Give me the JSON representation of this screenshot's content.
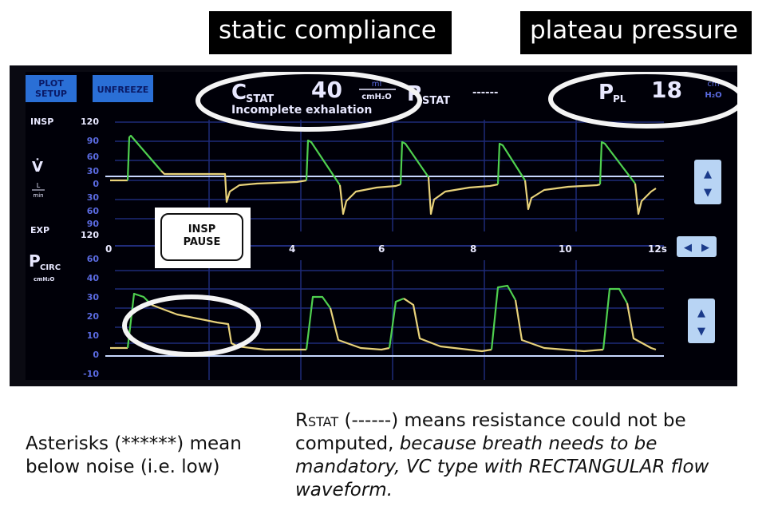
{
  "header_labels": {
    "static_compliance": "static compliance",
    "plateau_pressure": "plateau pressure"
  },
  "screen": {
    "buttons": {
      "plot_setup_line1": "PLOT",
      "plot_setup_line2": "SETUP",
      "unfreeze": "UNFREEZE"
    },
    "readouts": {
      "cstat_symbol": "C",
      "cstat_sub": "STAT",
      "cstat_value": "40",
      "cstat_unit_top": "ml",
      "cstat_unit_bottom": "cmH₂O",
      "cstat_note": "Incomplete exhalation",
      "rstat_symbol": "R",
      "rstat_sub": "STAT",
      "rstat_value": "------",
      "ppl_symbol": "P",
      "ppl_sub": "PL",
      "ppl_value": "18",
      "ppl_unit_top": "cm",
      "ppl_unit_bottom": "H₂O"
    },
    "flow_panel": {
      "insp_label": "INSP",
      "exp_label": "EXP",
      "symbol": "V̇",
      "unit_top": "L",
      "unit_bottom": "min",
      "y_ticks": [
        "120",
        "90",
        "60",
        "30",
        "0",
        "30",
        "60",
        "90",
        "120"
      ]
    },
    "pressure_panel": {
      "symbol": "P",
      "symbol_sub": "CIRC",
      "unit": "cmH₂O",
      "y_ticks": [
        "60",
        "40",
        "30",
        "20",
        "10",
        "0",
        "-10"
      ]
    },
    "time_axis": {
      "ticks": [
        "0",
        "4",
        "6",
        "8",
        "10",
        "12s"
      ]
    },
    "insp_pause": {
      "line1": "INSP",
      "line2": "PAUSE"
    },
    "colors": {
      "grid": "#1e2a78",
      "baseline": "#c8d8ff",
      "insp_trace": "#4fd04f",
      "exp_trace": "#e8d27a",
      "text": "#e8e8ff",
      "button_bg": "#2a6fd6",
      "arrow_button_bg": "#b8d4f4"
    }
  },
  "captions": {
    "left": "Asterisks (******) mean below noise (i.e. low)",
    "right_smallcaps": "Rstat",
    "right_plain": " (------) means resistance could not be computed, ",
    "right_italic": "because breath needs to be mandatory, VC type with RECTANGULAR flow waveform."
  }
}
